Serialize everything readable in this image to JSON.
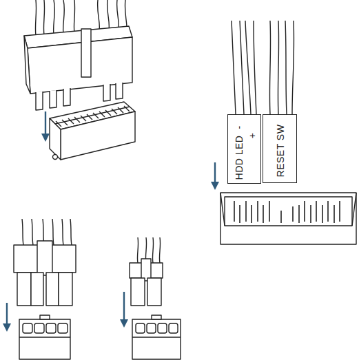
{
  "diagram": {
    "nodes": [
      {
        "text": [
          "HDD LED",
          "-",
          "+"
        ]
      },
      {
        "text": [
          "RESET SW"
        ]
      }
    ]
  }
}
